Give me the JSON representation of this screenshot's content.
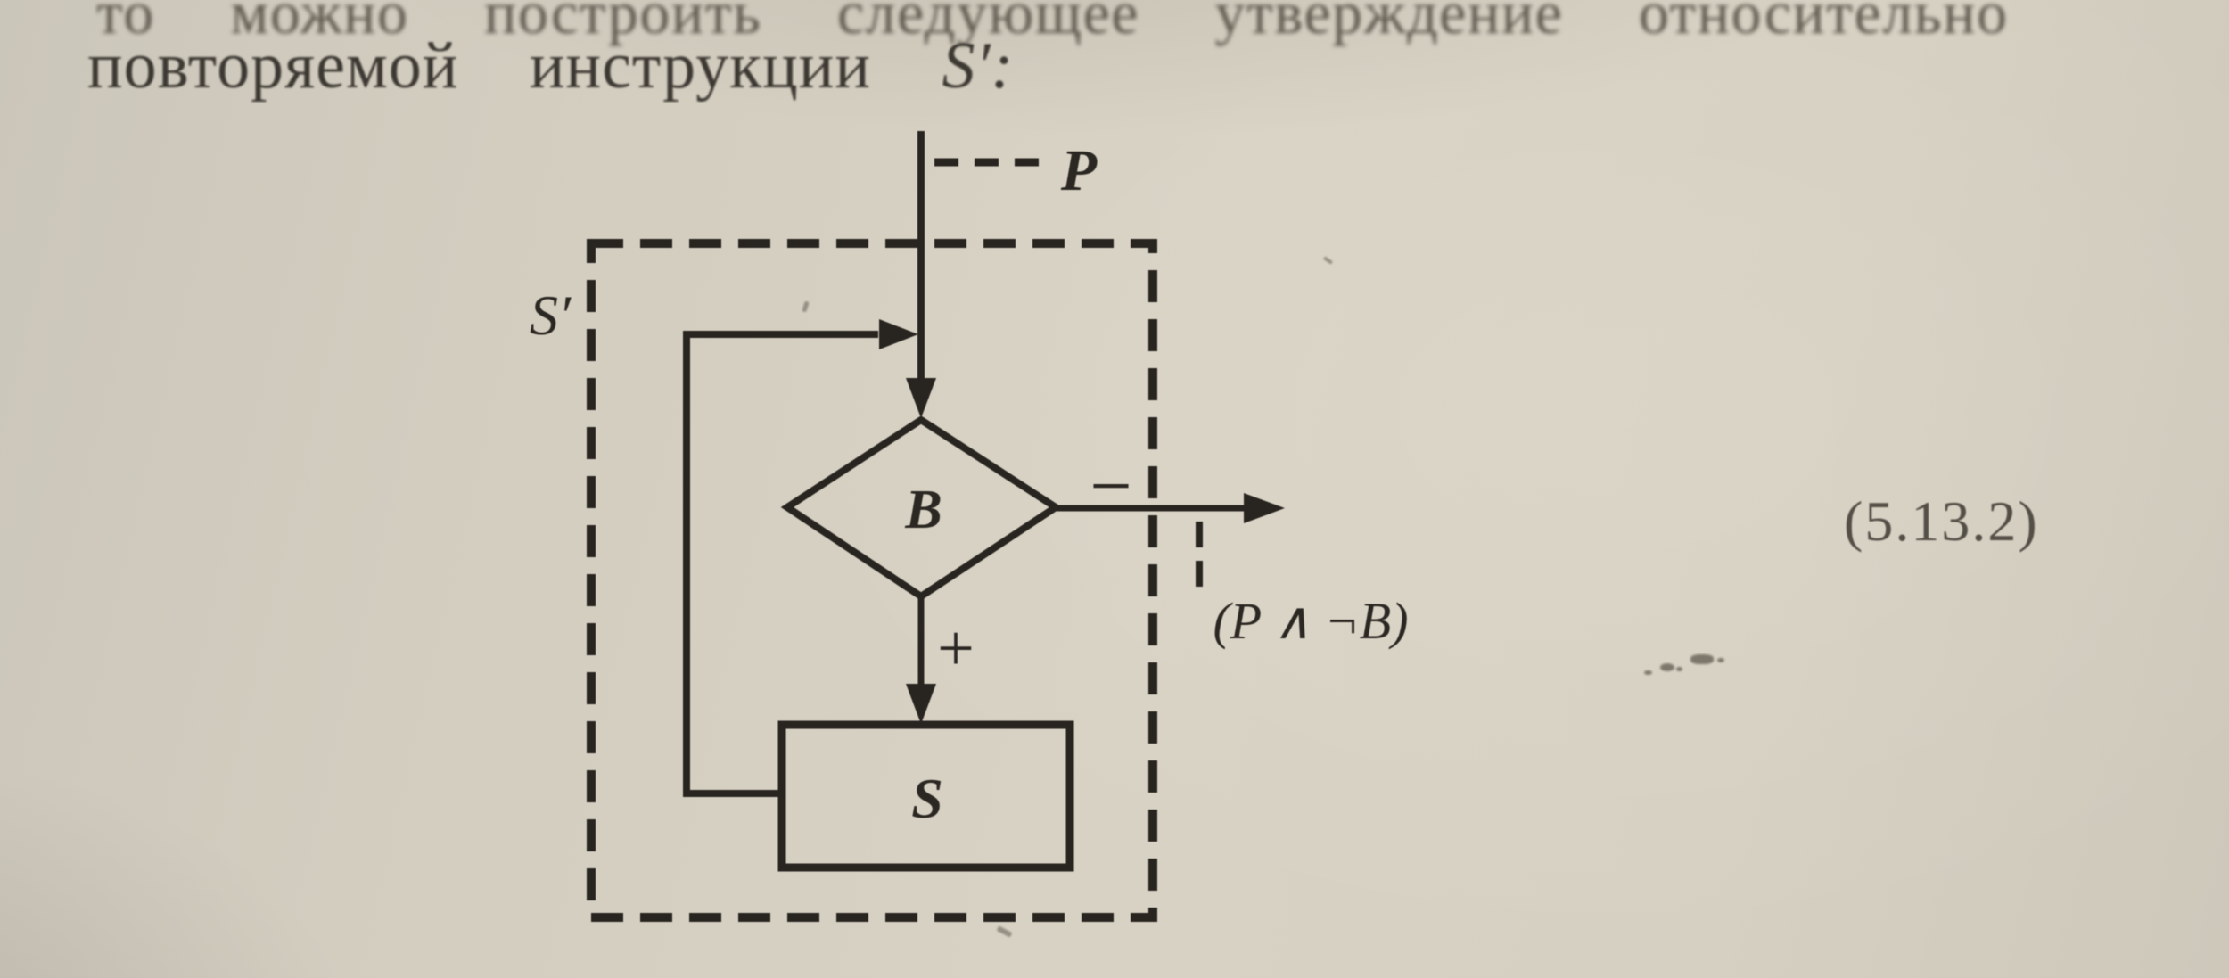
{
  "page": {
    "paragraph_line1": "то можно построить следующее утверждение относительно",
    "paragraph_line2_text": "повторяемой инструкции",
    "paragraph_line2_math": "S′:",
    "equation_number": "(5.13.2)"
  },
  "diagram": {
    "type": "flowchart",
    "outer_box_label": "S′",
    "entry_assertion_label": "P",
    "condition_label": "B",
    "body_label": "S",
    "true_branch_sign": "+",
    "false_branch_sign": "−",
    "exit_assertion_label": "(P ∧ ¬B)",
    "structure": "P enters loop S′; condition B; + branch to body S which loops back to B; − branch exits with assertion (P ∧ ¬B)"
  },
  "colors": {
    "paper": "#d5cfc1",
    "ink": "#282420",
    "text_ink": "#3c3832"
  }
}
